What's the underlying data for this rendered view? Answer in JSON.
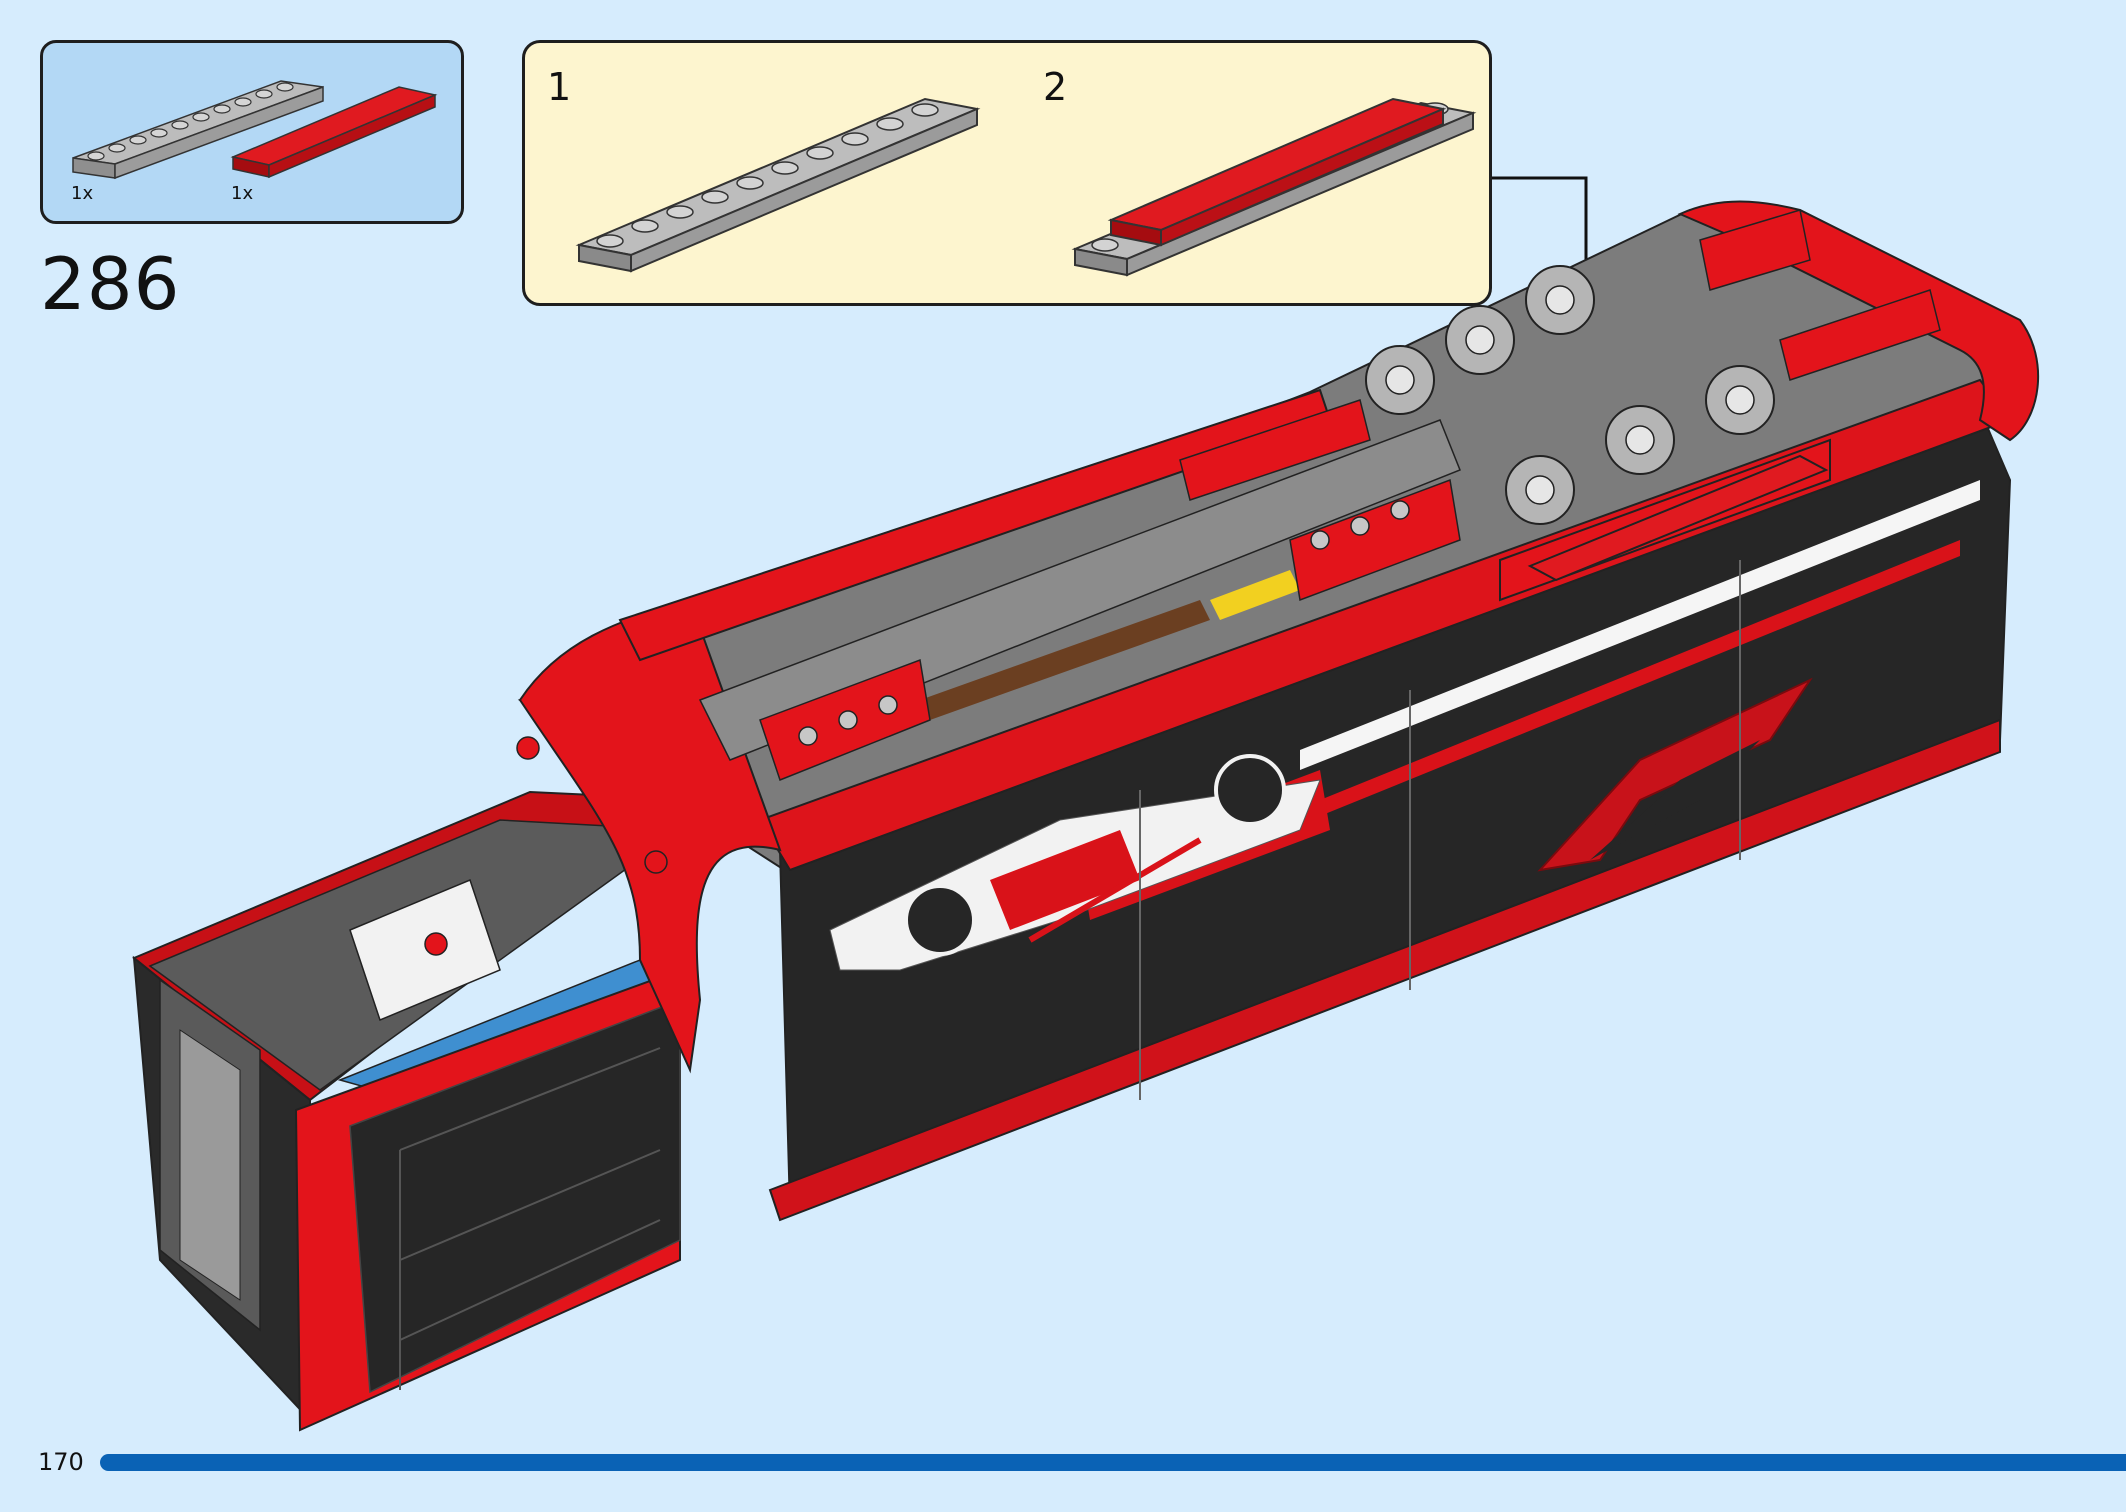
{
  "parts_list": [
    {
      "qty": "1x",
      "part": "light-gray-plate-1x10-icon"
    },
    {
      "qty": "1x",
      "part": "red-tile-1x8-icon"
    }
  ],
  "step": {
    "number": "286"
  },
  "substeps": [
    {
      "number": "1",
      "part": "light-gray-plate-1x10-icon"
    },
    {
      "number": "2",
      "part": "light-gray-plate-with-red-tile-icon"
    }
  ],
  "model": {
    "name_icon": "f1-truck-trailer-model-icon"
  },
  "page": {
    "number": "170"
  },
  "colors": {
    "background": "#d6ecfd",
    "parts_box": "#b3d8f5",
    "substep_box": "#fdf5cf",
    "red": "#d80f16",
    "black": "#262626",
    "light_gray": "#a7a7a7",
    "page_bar": "#0a62b5"
  }
}
